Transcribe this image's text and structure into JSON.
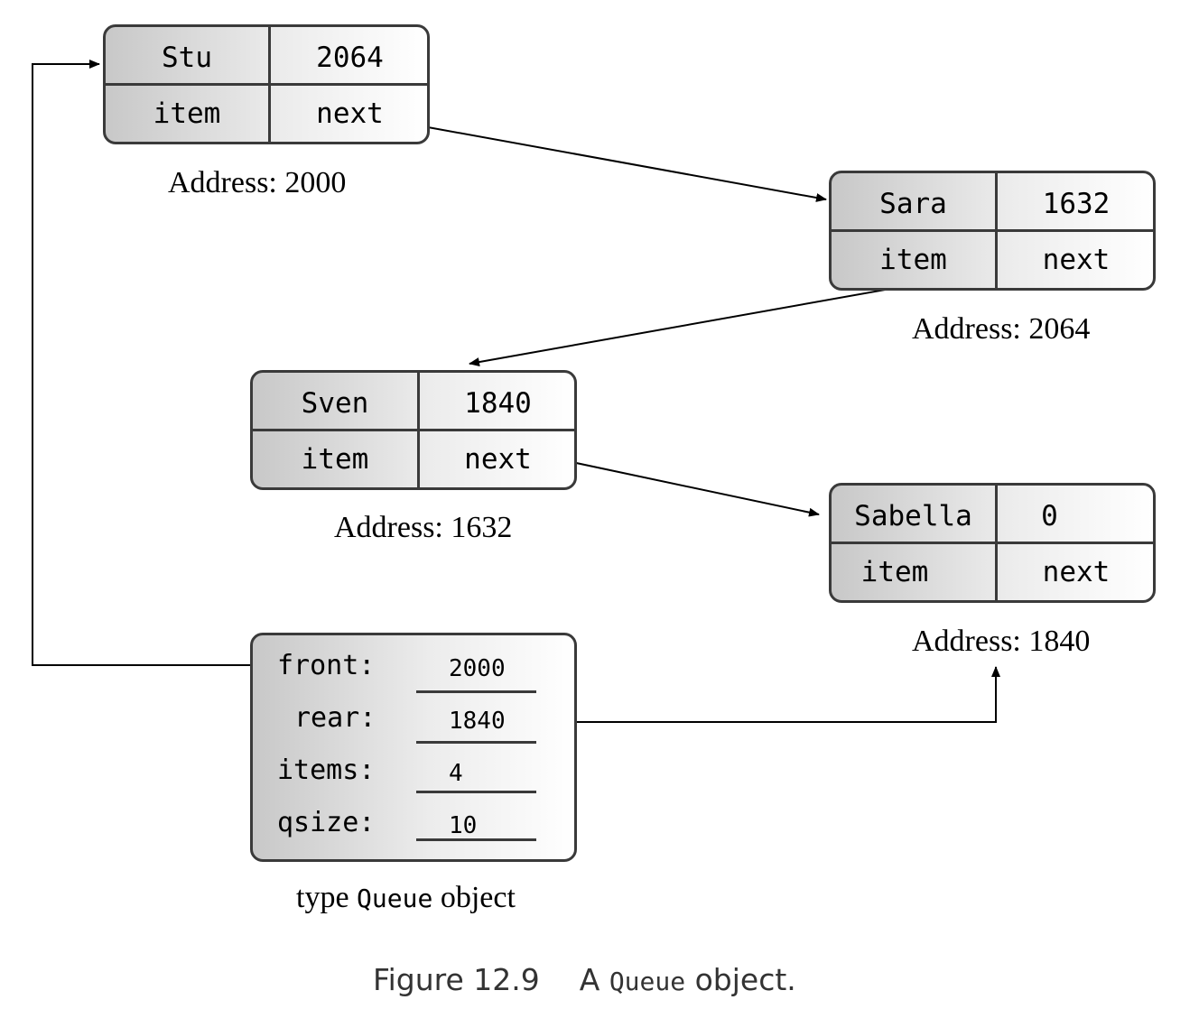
{
  "nodes": [
    {
      "item": "Stu",
      "next": "2064",
      "item_label": "item",
      "next_label": "next",
      "address": "Address: 2000"
    },
    {
      "item": "Sara",
      "next": "1632",
      "item_label": "item",
      "next_label": "next",
      "address": "Address: 2064"
    },
    {
      "item": "Sven",
      "next": "1840",
      "item_label": "item",
      "next_label": "next",
      "address": "Address: 1632"
    },
    {
      "item": "Sabella",
      "next": "0",
      "item_label": "item",
      "next_label": "next",
      "address": "Address: 1840"
    }
  ],
  "queue": {
    "fields": [
      {
        "label": "front:",
        "value": "2000"
      },
      {
        "label": "rear:",
        "value": "1840"
      },
      {
        "label": "items:",
        "value": "4"
      },
      {
        "label": "qsize:",
        "value": "10"
      }
    ],
    "caption_prefix": "type",
    "caption_code": "Queue",
    "caption_suffix": "object"
  },
  "figure_caption": {
    "number": "Figure 12.9",
    "prefix": "A",
    "code": "Queue",
    "suffix": "object."
  },
  "colors": {
    "border": "#3a3a3a",
    "arrow": "#000000",
    "caption": "#333333"
  }
}
